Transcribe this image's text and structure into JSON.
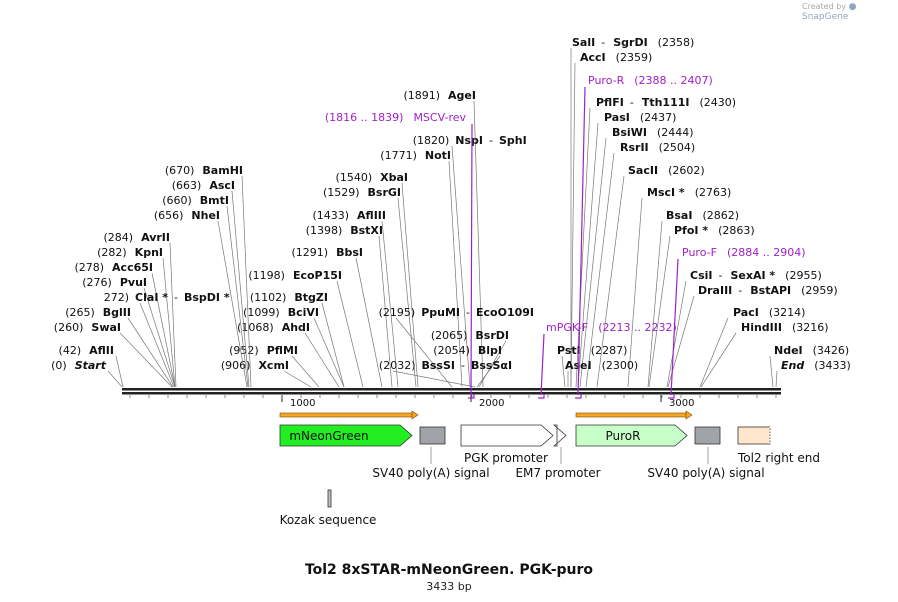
{
  "credit": {
    "prefix": "Created by",
    "brand": "SnapGene"
  },
  "title": "Tol2 8xSTAR-mNeonGreen. PGK-puro",
  "length": "3433 bp",
  "ruler": [
    "1000",
    "2000",
    "3000"
  ],
  "sites": [
    {
      "name": "SalI",
      "pos": "(2358)",
      "suffix": "",
      "sep": "-",
      "name2": "SgrDI",
      "pos2": ""
    },
    {
      "name": "AccI",
      "pos": "(2359)"
    },
    {
      "name": "PflFI",
      "pos": "",
      "sep": "-",
      "name2": "Tth111I",
      "pos2": "(2430)"
    },
    {
      "name": "PasI",
      "pos": "(2437)"
    },
    {
      "name": "BsiWI",
      "pos": "(2444)"
    },
    {
      "name": "RsrII",
      "pos": "(2504)"
    },
    {
      "name": "SacII",
      "pos": "(2602)"
    },
    {
      "name": "MscI",
      "suffix": "*",
      "pos": "(2763)"
    },
    {
      "name": "BsaI",
      "pos": "(2862)"
    },
    {
      "name": "PfoI",
      "suffix": "*",
      "pos": "(2863)"
    },
    {
      "name": "CsiI",
      "sep": "-",
      "name2": "SexAI",
      "suffix2": "*",
      "pos2": "(2955)"
    },
    {
      "name": "DraIII",
      "sep": "-",
      "name2": "BstAPI",
      "pos2": "(2959)"
    },
    {
      "name": "PacI",
      "pos": "(3214)"
    },
    {
      "name": "HindIII",
      "pos": "(3216)"
    },
    {
      "name": "NdeI",
      "pos": "(3426)"
    },
    {
      "name": "End",
      "pos": "(3433)",
      "italic": true
    },
    {
      "name": "PstI",
      "pos": "(2287)"
    },
    {
      "name": "AseI",
      "pos": "(2300)"
    },
    {
      "name": "AgeI",
      "pos": "(1891)",
      "left": true
    },
    {
      "name": "NspI",
      "pos": "(1820)",
      "left": true,
      "sep": "-",
      "name2": "SphI"
    },
    {
      "name": "NotI",
      "pos": "(1771)",
      "left": true
    },
    {
      "name": "XbaI",
      "pos": "(1540)",
      "left": true
    },
    {
      "name": "BsrGI",
      "pos": "(1529)",
      "left": true
    },
    {
      "name": "AflIII",
      "pos": "(1433)",
      "left": true
    },
    {
      "name": "BstXI",
      "pos": "(1398)",
      "left": true
    },
    {
      "name": "BbsI",
      "pos": "(1291)",
      "left": true
    },
    {
      "name": "EcoP15I",
      "pos": "(1198)",
      "left": true
    },
    {
      "name": "BtgZI",
      "pos": "(1102)",
      "left": true
    },
    {
      "name": "BciVI",
      "pos": "(1099)",
      "left": true
    },
    {
      "name": "AhdI",
      "pos": "(1068)",
      "left": true
    },
    {
      "name": "PflMI",
      "pos": "(952)",
      "left": true
    },
    {
      "name": "XcmI",
      "pos": "(906)",
      "left": true
    },
    {
      "name": "PpuMI",
      "pos": "(2195)",
      "left": true,
      "sep": "-",
      "name2": "EcoO109I"
    },
    {
      "name": "BsrDI",
      "pos": "(2065)",
      "left": true
    },
    {
      "name": "BlpI",
      "pos": "(2054)",
      "left": true
    },
    {
      "name": "BssSI",
      "pos": "(2032)",
      "left": true,
      "sep": "-",
      "name2": "BssSαI"
    },
    {
      "name": "BamHI",
      "pos": "(670)",
      "left": true
    },
    {
      "name": "AscI",
      "pos": "(663)",
      "left": true
    },
    {
      "name": "BmtI",
      "pos": "(660)",
      "left": true
    },
    {
      "name": "NheI",
      "pos": "(656)",
      "left": true
    },
    {
      "name": "AvrII",
      "pos": "(284)",
      "left": true
    },
    {
      "name": "KpnI",
      "pos": "(282)",
      "left": true
    },
    {
      "name": "Acc65I",
      "pos": "(278)",
      "left": true
    },
    {
      "name": "PvuI",
      "pos": "(276)",
      "left": true
    },
    {
      "name": "ClaI",
      "pos": "272)",
      "left": true,
      "suffix": "*",
      "sep": "-",
      "name2": "BspDI",
      "suffix2": "*"
    },
    {
      "name": "BglII",
      "pos": "(265)",
      "left": true
    },
    {
      "name": "SwaI",
      "pos": "(260)",
      "left": true
    },
    {
      "name": "AflII",
      "pos": "(42)",
      "left": true
    },
    {
      "name": "Start",
      "pos": "(0)",
      "left": true,
      "italic": true
    }
  ],
  "primers": [
    {
      "name": "Puro-R",
      "range": "(2388 .. 2407)",
      "color": "#a020c8"
    },
    {
      "name": "MSCV-rev",
      "range": "(1816 .. 1839)",
      "color": "#a020c8"
    },
    {
      "name": "Puro-F",
      "range": "(2884 .. 2904)",
      "color": "#a020c8"
    },
    {
      "name": "mPGK-F",
      "range": "(2213 .. 2232)",
      "color": "#a020c8"
    }
  ],
  "features": [
    {
      "name": "mNeonGreen",
      "color": "#22ee22"
    },
    {
      "name": "SV40 poly(A) signal",
      "color": "#a0a4a8"
    },
    {
      "name": "PGK promoter",
      "color": "#ffffff"
    },
    {
      "name": "EM7 promoter",
      "color": "#ffffff"
    },
    {
      "name": "PuroR",
      "color": "#c8ffc8"
    },
    {
      "name": "SV40 poly(A) signal",
      "color": "#a0a4a8"
    },
    {
      "name": "Tol2 right end",
      "color": "#ffe6cc"
    },
    {
      "name": "Kozak sequence",
      "color": "#c0c0c0"
    }
  ],
  "colors": {
    "orf": "#f5a623",
    "backbone": "#222222",
    "primer": "#a020c8"
  }
}
